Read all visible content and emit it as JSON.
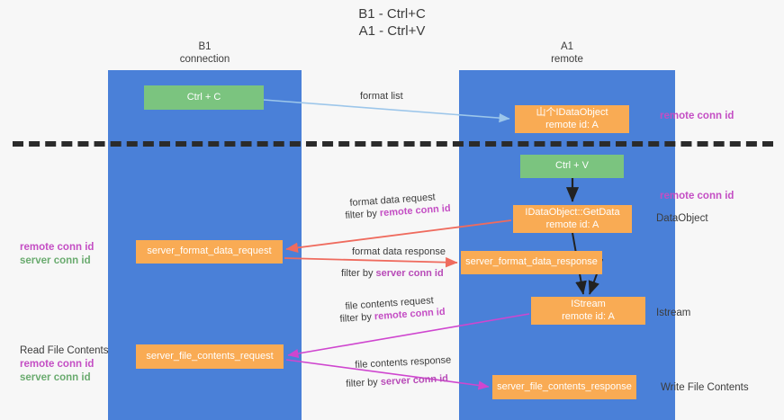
{
  "diagram": {
    "title": "B1 - Ctrl+C\nA1 - Ctrl+V",
    "lanes": [
      {
        "id": "b1",
        "header": "B1\nconnection"
      },
      {
        "id": "a1",
        "header": "A1\nremote"
      }
    ],
    "nodes": {
      "ctrl_c": {
        "label": "Ctrl + C",
        "color": "#7bc47f"
      },
      "ctrl_v": {
        "label": "Ctrl + V",
        "color": "#7bc47f"
      },
      "idataobject": {
        "label": "山个IDataObject",
        "sublabel": "remote id: A",
        "color": "#f9ab54"
      },
      "getdata": {
        "label": "IDataObject::GetData",
        "sublabel": "remote id: A",
        "color": "#f9ab54"
      },
      "server_format_data_request": {
        "label": "server_format_data_request",
        "color": "#f9ab54"
      },
      "server_format_data_response": {
        "label": "server_format_data_response",
        "color": "#f9ab54"
      },
      "istream": {
        "label": "IStream",
        "sublabel": "remote id: A",
        "color": "#f9ab54"
      },
      "server_file_contents_request": {
        "label": "server_file_contents_request",
        "color": "#f9ab54"
      },
      "server_file_contents_response": {
        "label": "server_file_contents_response",
        "color": "#f9ab54"
      }
    },
    "edge_labels": {
      "format_list": "format list",
      "format_data_request": "format data request",
      "format_data_request_filter_prefix": "filter by ",
      "format_data_request_filter_key": "remote conn id",
      "format_data_response": "format data response",
      "format_data_response_filter_prefix": "filter by ",
      "format_data_response_filter_key": "server conn id",
      "file_contents_request": "file contents request",
      "file_contents_request_filter_prefix": "filter by ",
      "file_contents_request_filter_key": "remote conn id",
      "file_contents_response": "file contents response",
      "file_contents_response_filter_prefix": "filter by ",
      "file_contents_response_filter_key": "server conn id"
    },
    "side_labels": {
      "remote_conn_id_top": "remote conn id",
      "remote_conn_id_mid": "remote conn id",
      "data_object": "DataObject",
      "istream": "Istream",
      "write_file_contents": "Write File Contents",
      "read_file_contents": "Read File Contents"
    },
    "left_tags_upper": {
      "remote_conn_id": "remote conn id",
      "server_conn_id": "server conn id"
    },
    "left_tags_lower": {
      "remote_conn_id": "remote conn id",
      "server_conn_id": "server conn id"
    },
    "colors": {
      "lane": "#4a80d8",
      "green_node": "#7bc47f",
      "orange_node": "#f9ab54",
      "purple_key": "#c44ec4",
      "green_key": "#6aab6f",
      "arrow_blue": "#9cc6ea",
      "arrow_red": "#ef6b5e",
      "arrow_magenta": "#cf46cf",
      "arrow_black": "#222222",
      "divider": "#2b2b2b"
    }
  }
}
